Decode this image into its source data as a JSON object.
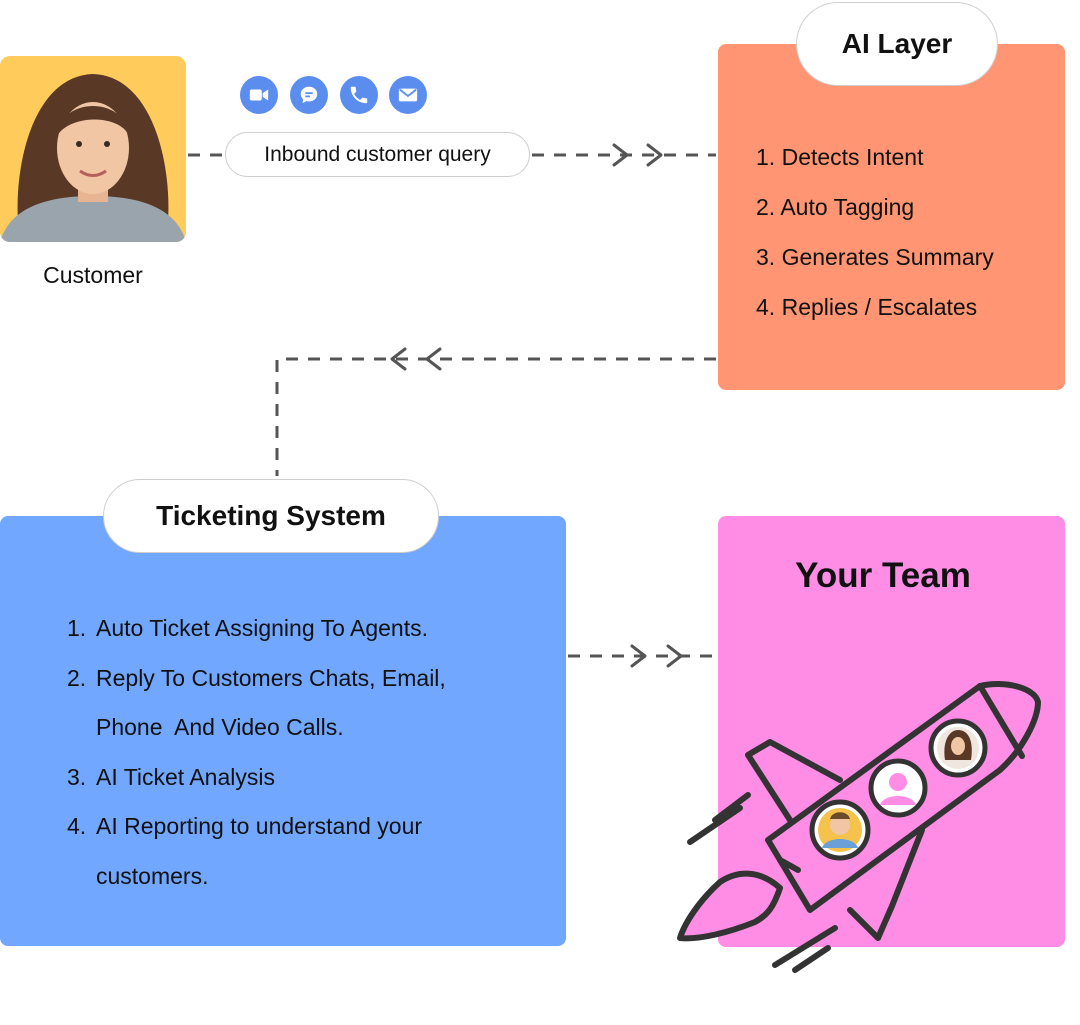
{
  "customer": {
    "label": "Customer"
  },
  "channels": [
    "video-call-icon",
    "chat-icon",
    "phone-icon",
    "email-icon"
  ],
  "inbound": {
    "label": "Inbound customer query"
  },
  "ai_layer": {
    "title": "AI Layer",
    "items": [
      {
        "num": "1.",
        "text": "Detects Intent"
      },
      {
        "num": "2.",
        "text": "Auto Tagging"
      },
      {
        "num": "3.",
        "text": "Generates Summary"
      },
      {
        "num": "4.",
        "text": "Replies / Escalates"
      }
    ]
  },
  "ticketing": {
    "title": "Ticketing System",
    "items": [
      {
        "num": "1.",
        "lines": [
          "Auto Ticket Assigning To Agents."
        ]
      },
      {
        "num": "2.",
        "lines": [
          "Reply To Customers Chats, Email,",
          "Phone  And Video Calls."
        ]
      },
      {
        "num": "3.",
        "lines": [
          "AI Ticket Analysis"
        ]
      },
      {
        "num": "4.",
        "lines": [
          "AI Reporting to understand your",
          "customers."
        ]
      }
    ]
  },
  "team": {
    "title": "Your Team"
  },
  "colors": {
    "customer_bg": "#ffcc5c",
    "channel_icon": "#5b8def",
    "ai_card": "#ff9573",
    "ticket_card": "#72a7ff",
    "team_card": "#ff8de6",
    "connector": "#555555"
  }
}
